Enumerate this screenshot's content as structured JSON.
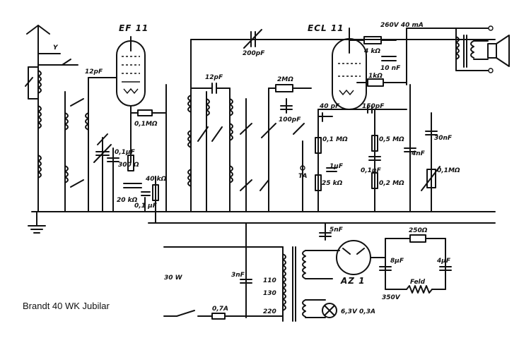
{
  "caption": "Brandt 40 WK Jubilar",
  "tubes": {
    "t1": "EF 11",
    "t2": "ECL 11",
    "t3": "AZ 1"
  },
  "labels": {
    "c200p": "200pF",
    "c12p_a": "12pF",
    "c12p_b": "12pF",
    "r01m_a": "0,1MΩ",
    "c01u_a": "0,1µF",
    "r300": "300 Ω",
    "r20k": "20 kΩ",
    "c01u_b": "0,1 µF",
    "r40k": "40 kΩ",
    "r2m": "2MΩ",
    "c100p": "100pF",
    "c40p": "40 pF",
    "r01m_b": "0,1 MΩ",
    "r25k": "25 kΩ",
    "c1u": "1µF",
    "lbl_ta": "TA",
    "hv": "260V 40 mA",
    "r4k": "4 kΩ",
    "c10n": "10 nF",
    "r1k": "1kΩ",
    "c150p": "150pF",
    "r05m": "0,5 MΩ",
    "c01u_c": "0,1µF",
    "r02m": "0,2 MΩ",
    "c4n": "4nF",
    "c30n": "30nF",
    "r01m_c": "0,1MΩ",
    "c5n": "5nF",
    "r250": "250Ω",
    "c8u_a": "8µF",
    "c4u": "4µF",
    "feld": "Feld",
    "v350": "350V",
    "p30w": "30 W",
    "c3n": "3nF",
    "tap110": "110",
    "tap130": "130",
    "tap220": "220",
    "fuse": "0,7A",
    "lamp": "6,3V 0,3A"
  }
}
